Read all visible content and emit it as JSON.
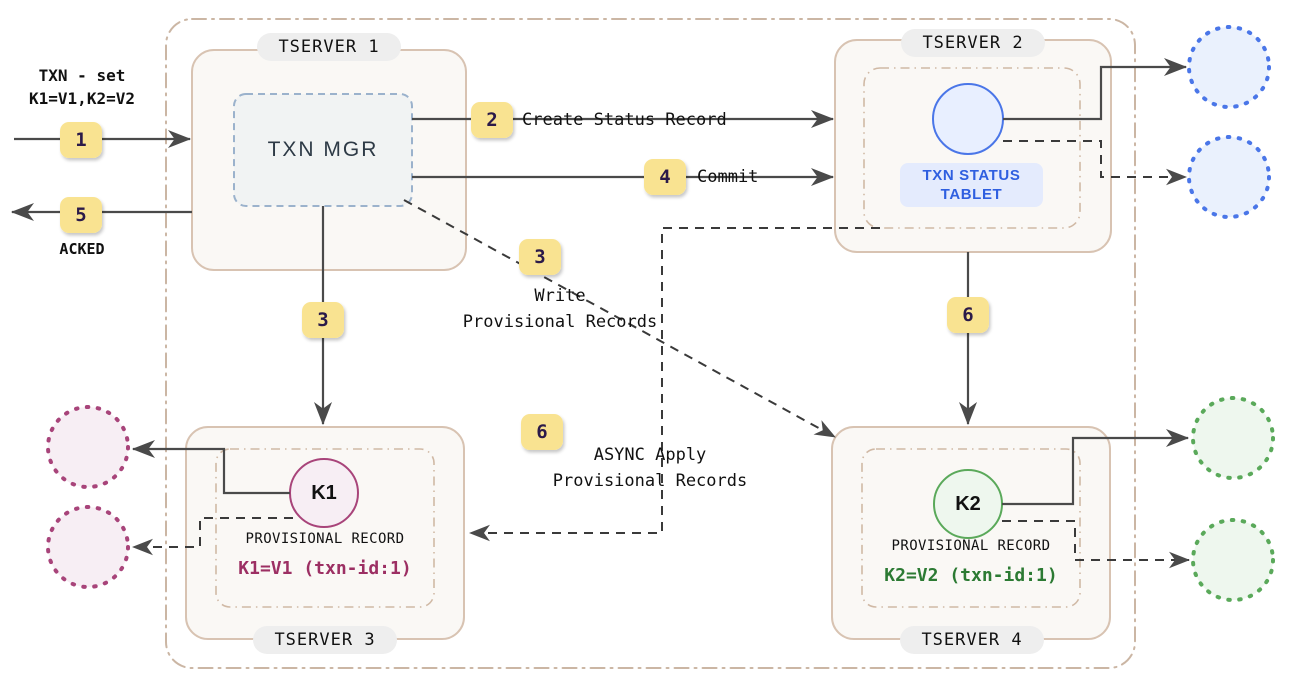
{
  "diagram": {
    "title": "distributed-transaction-flow",
    "outer_boundary_label": "",
    "colors": {
      "badge_fill": "#f9e391",
      "badge_text": "#2b1a49",
      "tserver_border": "#d8c3b2",
      "tserver_fill": "#faf8f5",
      "tserver_label_fill": "#eeeeee",
      "txnmgr_border": "#9bb2cc",
      "txnmgr_fill": "#f1f3f3",
      "txn_status_text": "#2f5fe0",
      "txn_status_fill": "#e4ebfd",
      "blue_tablet": "#4a76e8",
      "blue_tablet_fill": "#e8efff",
      "pink": "#a8447a",
      "pink_fill": "#f7eef4",
      "green": "#5aa95a",
      "green_fill": "#eef7ee",
      "arrow": "#4a4a4a",
      "text": "#111111"
    },
    "left_io": {
      "request_label_line1": "TXN - set",
      "request_label_line2": "K1=V1,K2=V2",
      "request_badge": "1",
      "ack_badge": "5",
      "ack_label": "ACKED"
    },
    "tservers": [
      {
        "id": "tserver-1",
        "label": "TSERVER 1",
        "inner_label": "TXN MGR"
      },
      {
        "id": "tserver-2",
        "label": "TSERVER 2",
        "tablet_label_line1": "TXN STATUS",
        "tablet_label_line2": "TABLET"
      },
      {
        "id": "tserver-3",
        "label": "TSERVER 3",
        "key": "K1",
        "record_title": "PROVISIONAL RECORD",
        "record_value": "K1=V1 (txn-id:1)"
      },
      {
        "id": "tserver-4",
        "label": "TSERVER 4",
        "key": "K2",
        "record_title": "PROVISIONAL RECORD",
        "record_value": "K2=V2 (txn-id:1)"
      }
    ],
    "steps": [
      {
        "n": "2",
        "label": "Create Status Record"
      },
      {
        "n": "4",
        "label": "Commit"
      },
      {
        "n": "3",
        "label_line1": "Write",
        "label_line2": "Provisional Records"
      },
      {
        "n": "3",
        "label_line1": "",
        "label_line2": ""
      },
      {
        "n": "6",
        "label_line1": "ASYNC Apply",
        "label_line2": "Provisional Records"
      },
      {
        "n": "6",
        "label_line1": "",
        "label_line2": ""
      }
    ],
    "badges": {
      "one": "1",
      "two": "2",
      "three": "3",
      "four": "4",
      "five": "5",
      "six": "6",
      "three_b": "3",
      "six_b": "6"
    },
    "labels": {
      "create_status_record": "Create Status Record",
      "commit": "Commit",
      "write_line1": "Write",
      "write_line2": "Provisional Records",
      "async_line1": "ASYNC Apply",
      "async_line2": "Provisional Records"
    }
  }
}
